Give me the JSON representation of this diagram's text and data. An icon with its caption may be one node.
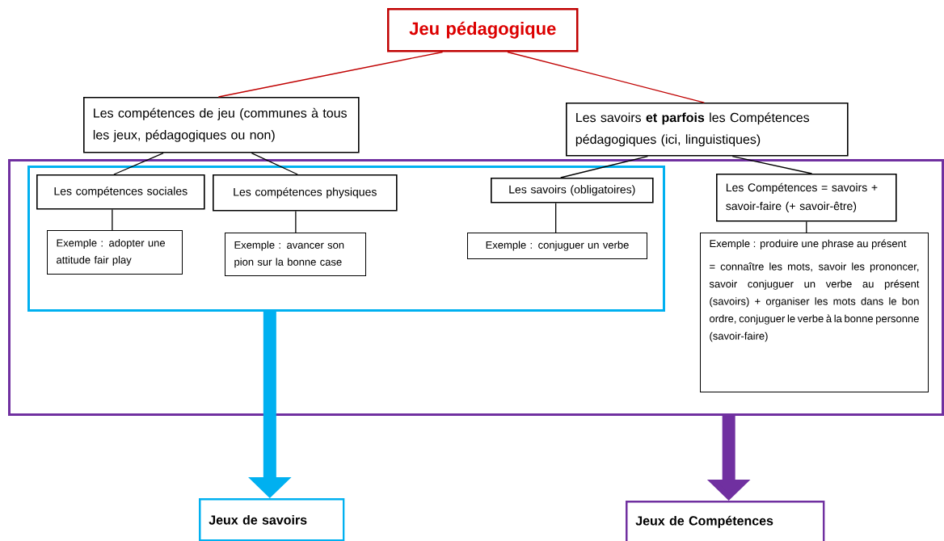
{
  "diagram": {
    "nodes": [
      {
        "text": [
          "Jeu pédagogique"
        ]
      },
      {
        "text": [
          "Les compétences de jeu (communes à tous les jeux, pédagogiques ou non)"
        ]
      },
      {
        "text": [
          "Les savoirs **et parfois** les Compétences pédagogiques (ici, linguistiques)"
        ]
      },
      {
        "text": [],
        "shape": "box"
      },
      {
        "text": [],
        "shape": "box",
        "in": 3
      },
      {
        "text": [
          "Les compétences sociales"
        ],
        "in": 4
      },
      {
        "text": [
          "Exemple : adopter une attitude fair play"
        ],
        "in": 4
      },
      {
        "text": [
          "Les compétences physiques"
        ],
        "in": 4
      },
      {
        "text": [
          "Exemple : avancer son pion sur la bonne case"
        ],
        "in": 4
      },
      {
        "text": [
          "Les savoirs (obligatoires)"
        ],
        "in": 4
      },
      {
        "text": [
          "Exemple : conjuguer un verbe"
        ],
        "in": 4
      },
      {
        "text": [
          "Les Compétences = savoirs + savoir-faire (+ savoir-être)"
        ],
        "in": 3
      },
      {
        "text": [
          "Exemple : produire une phrase au présent",
          "= connaître les mots, savoir les prononcer, savoir conjuguer un verbe au présent (savoirs) + organiser les mots dans le bon ordre, conjuguer le verbe à la bonne personne (savoir-faire)"
        ],
        "in": 3
      },
      {
        "text": [
          "Jeux de savoirs"
        ]
      },
      {
        "text": [
          "Jeux de Compétences"
        ]
      }
    ],
    "edges": [
      {
        "from": 0,
        "to": 1,
        "arrow": "none",
        "color": "#c00000"
      },
      {
        "from": 0,
        "to": 2,
        "arrow": "none",
        "color": "#c00000"
      },
      {
        "from": 1,
        "to": 5,
        "arrow": "none"
      },
      {
        "from": 1,
        "to": 7,
        "arrow": "none"
      },
      {
        "from": 2,
        "to": 9,
        "arrow": "none"
      },
      {
        "from": 2,
        "to": 11,
        "arrow": "none"
      },
      {
        "from": 5,
        "to": 6,
        "arrow": "none"
      },
      {
        "from": 7,
        "to": 8,
        "arrow": "none"
      },
      {
        "from": 9,
        "to": 10,
        "arrow": "none"
      },
      {
        "from": 11,
        "to": 12,
        "arrow": "none"
      },
      {
        "from": 4,
        "to": 13,
        "arrow": "to",
        "style": "thick",
        "color": "#00b0f0"
      },
      {
        "from": 3,
        "to": 14,
        "arrow": "to",
        "style": "thick",
        "color": "#7030a0"
      }
    ]
  }
}
